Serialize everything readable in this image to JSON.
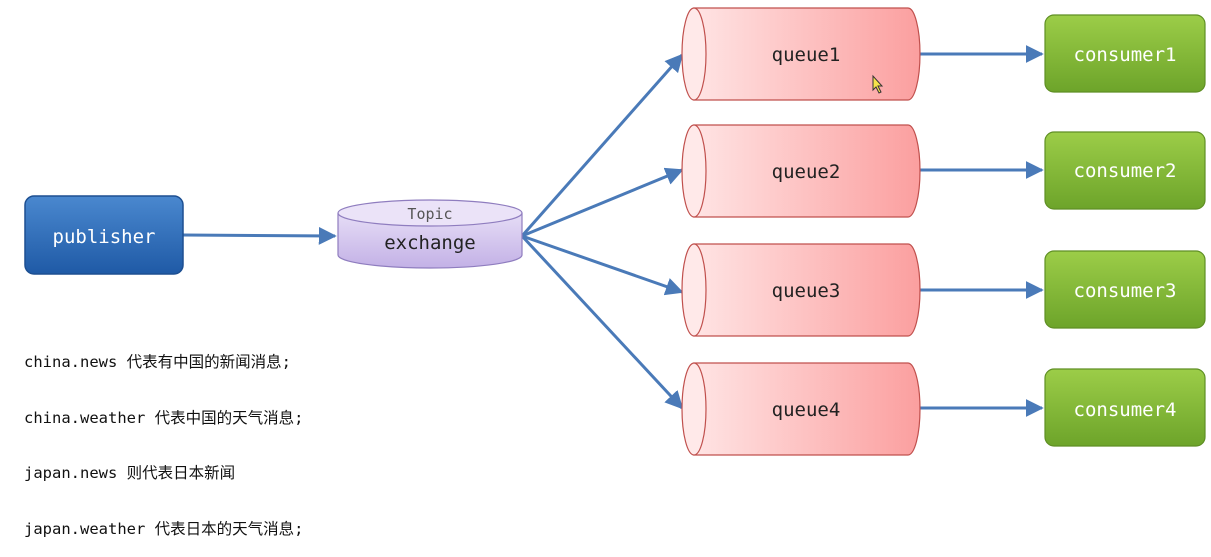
{
  "publisher": {
    "label": "publisher",
    "color": "#2f6db8"
  },
  "exchange": {
    "type_label": "Topic",
    "label": "exchange",
    "color": "#cfc2ea"
  },
  "queues": [
    {
      "label": "queue1"
    },
    {
      "label": "queue2"
    },
    {
      "label": "queue3"
    },
    {
      "label": "queue4"
    }
  ],
  "consumers": [
    {
      "label": "consumer1"
    },
    {
      "label": "consumer2"
    },
    {
      "label": "consumer3"
    },
    {
      "label": "consumer4"
    }
  ],
  "notes": [
    "china.news 代表有中国的新闻消息;",
    "china.weather 代表中国的天气消息;",
    "japan.news 则代表日本新闻",
    "japan.weather 代表日本的天气消息;"
  ],
  "colors": {
    "arrow": "#4a7ab8",
    "queue_fill": "#fbb8b8",
    "queue_stroke": "#c0504d",
    "consumer": "#7fb530"
  }
}
